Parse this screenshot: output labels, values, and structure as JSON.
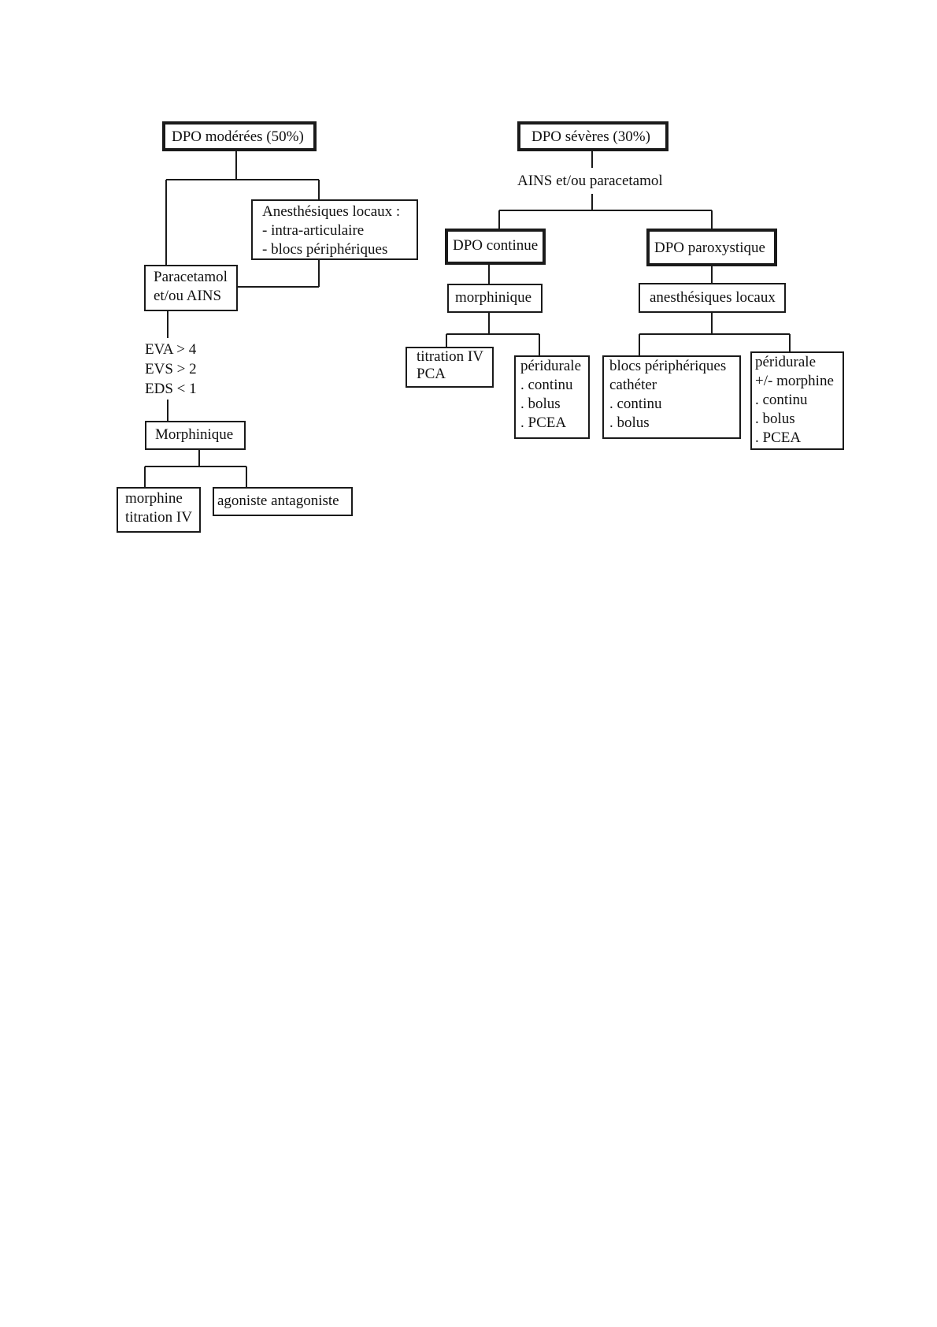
{
  "left_tree": {
    "root": "DPO modérées (50%)",
    "local_anesthetics": [
      "Anesthésiques locaux :",
      "- intra-articulaire",
      "- blocs périphériques"
    ],
    "paracetamol": [
      "Paracetamol",
      "et/ou  AINS"
    ],
    "criteria": [
      "EVA > 4",
      "EVS > 2",
      "EDS < 1"
    ],
    "morphinique": "Morphinique",
    "morphine_titration": [
      "morphine",
      "titration IV"
    ],
    "agonist": "agoniste antagoniste"
  },
  "right_tree": {
    "root": "DPO sévères (30%)",
    "root_label": "AINS et/ou paracetamol",
    "continue": "DPO continue",
    "paroxystique": "DPO paroxystique",
    "morphinique": "morphinique",
    "anesth_locaux": "anesthésiques locaux",
    "titration_pca": [
      "titration IV",
      "PCA"
    ],
    "peridurale_1": [
      "péridurale",
      ". continu",
      ". bolus",
      ". PCEA"
    ],
    "blocs_catheter": [
      "blocs périphériques",
      "cathéter",
      ". continu",
      ". bolus"
    ],
    "peridurale_2": [
      "péridurale",
      "+/- morphine",
      ". continu",
      ". bolus",
      ". PCEA"
    ]
  }
}
